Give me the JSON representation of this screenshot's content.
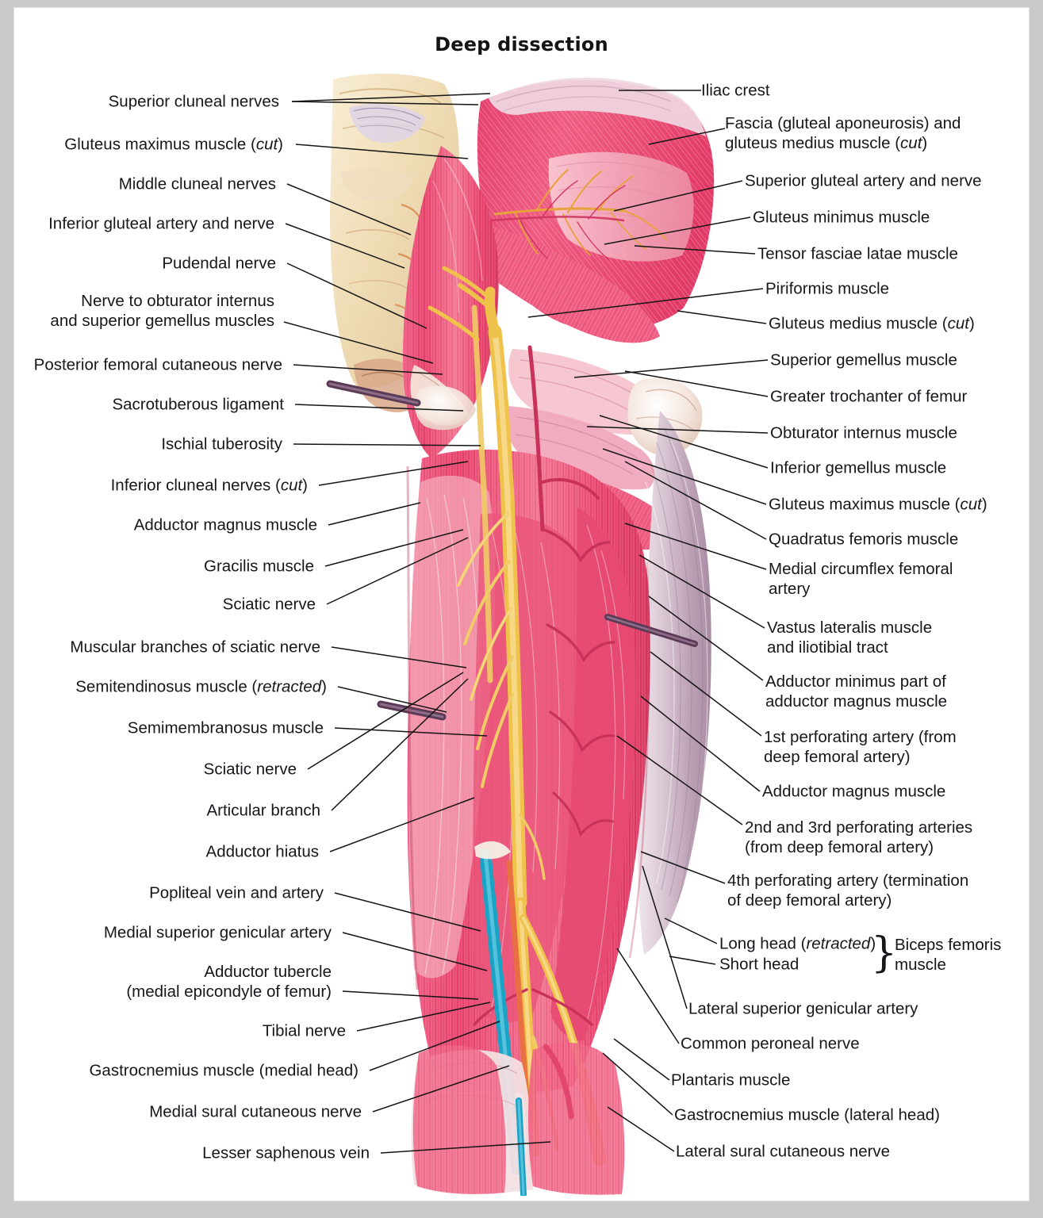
{
  "figure": {
    "title": "Deep dissection",
    "subject": "posterior thigh and gluteal region anatomy",
    "border_color": "#c9c9c9",
    "page_color": "#ffffff",
    "text_color": "#16171b"
  },
  "labels_left": [
    {
      "id": "superior-cluneal-nerves",
      "text": "Superior cluneal nerves",
      "italic": ""
    },
    {
      "id": "gluteus-maximus-muscle-cut-left",
      "text": "Gluteus maximus muscle (",
      "italic": "cut",
      "suffix": ")"
    },
    {
      "id": "middle-cluneal-nerves",
      "text": "Middle cluneal nerves",
      "italic": ""
    },
    {
      "id": "inferior-gluteal-artery-and-nerve",
      "text": "Inferior gluteal artery and nerve",
      "italic": ""
    },
    {
      "id": "pudendal-nerve",
      "text": "Pudendal nerve",
      "italic": ""
    },
    {
      "id": "nerve-to-obturator-internus",
      "text": "Nerve to obturator internus\nand superior gemellus muscles",
      "italic": ""
    },
    {
      "id": "posterior-femoral-cutaneous-nerve",
      "text": "Posterior femoral cutaneous nerve",
      "italic": ""
    },
    {
      "id": "sacrotuberous-ligament",
      "text": "Sacrotuberous ligament",
      "italic": ""
    },
    {
      "id": "ischial-tuberosity",
      "text": "Ischial tuberosity",
      "italic": ""
    },
    {
      "id": "inferior-cluneal-nerves-cut",
      "text": "Inferior cluneal nerves (",
      "italic": "cut",
      "suffix": ")"
    },
    {
      "id": "adductor-magnus-muscle-left",
      "text": "Adductor magnus muscle",
      "italic": ""
    },
    {
      "id": "gracilis-muscle",
      "text": "Gracilis muscle",
      "italic": ""
    },
    {
      "id": "sciatic-nerve-upper",
      "text": "Sciatic nerve",
      "italic": ""
    },
    {
      "id": "muscular-branches-of-sciatic-nerve",
      "text": "Muscular branches of sciatic nerve",
      "italic": ""
    },
    {
      "id": "semitendinosus-muscle-retracted",
      "text": "Semitendinosus muscle (",
      "italic": "retracted",
      "suffix": ")"
    },
    {
      "id": "semimembranosus-muscle",
      "text": "Semimembranosus muscle",
      "italic": ""
    },
    {
      "id": "sciatic-nerve-lower",
      "text": "Sciatic nerve",
      "italic": ""
    },
    {
      "id": "articular-branch",
      "text": "Articular branch",
      "italic": ""
    },
    {
      "id": "adductor-hiatus",
      "text": "Adductor hiatus",
      "italic": ""
    },
    {
      "id": "popliteal-vein-and-artery",
      "text": "Popliteal vein and artery",
      "italic": ""
    },
    {
      "id": "medial-superior-genicular-artery",
      "text": "Medial superior genicular artery",
      "italic": ""
    },
    {
      "id": "adductor-tubercle",
      "text": "Adductor tubercle\n(medial epicondyle of femur)",
      "italic": ""
    },
    {
      "id": "tibial-nerve",
      "text": "Tibial nerve",
      "italic": ""
    },
    {
      "id": "gastrocnemius-muscle-medial-head",
      "text": "Gastrocnemius muscle (medial head)",
      "italic": ""
    },
    {
      "id": "medial-sural-cutaneous-nerve",
      "text": "Medial sural cutaneous nerve",
      "italic": ""
    },
    {
      "id": "lesser-saphenous-vein",
      "text": "Lesser saphenous vein",
      "italic": ""
    }
  ],
  "labels_right": [
    {
      "id": "iliac-crest",
      "text": "Iliac crest",
      "italic": ""
    },
    {
      "id": "fascia-gluteal-aponeurosis",
      "text": "Fascia (gluteal aponeurosis) and\ngluteus medius muscle (",
      "italic": "cut",
      "suffix": ")"
    },
    {
      "id": "superior-gluteal-artery-and-nerve",
      "text": "Superior gluteal artery and nerve",
      "italic": ""
    },
    {
      "id": "gluteus-minimus-muscle",
      "text": "Gluteus minimus muscle",
      "italic": ""
    },
    {
      "id": "tensor-fasciae-latae-muscle",
      "text": "Tensor fasciae latae muscle",
      "italic": ""
    },
    {
      "id": "piriformis-muscle",
      "text": "Piriformis muscle",
      "italic": ""
    },
    {
      "id": "gluteus-medius-muscle-cut",
      "text": "Gluteus medius muscle (",
      "italic": "cut",
      "suffix": ")"
    },
    {
      "id": "superior-gemellus-muscle",
      "text": "Superior gemellus muscle",
      "italic": ""
    },
    {
      "id": "greater-trochanter-of-femur",
      "text": "Greater trochanter of femur",
      "italic": ""
    },
    {
      "id": "obturator-internus-muscle",
      "text": "Obturator internus muscle",
      "italic": ""
    },
    {
      "id": "inferior-gemellus-muscle",
      "text": "Inferior gemellus muscle",
      "italic": ""
    },
    {
      "id": "gluteus-maximus-muscle-cut-right",
      "text": "Gluteus maximus muscle (",
      "italic": "cut",
      "suffix": ")"
    },
    {
      "id": "quadratus-femoris-muscle",
      "text": "Quadratus femoris muscle",
      "italic": ""
    },
    {
      "id": "medial-circumflex-femoral-artery",
      "text": "Medial circumflex femoral\nartery",
      "italic": ""
    },
    {
      "id": "vastus-lateralis-muscle",
      "text": "Vastus lateralis muscle\nand iliotibial tract",
      "italic": ""
    },
    {
      "id": "adductor-minimus-part",
      "text": "Adductor minimus part of\nadductor magnus muscle",
      "italic": ""
    },
    {
      "id": "first-perforating-artery",
      "text": "1st perforating artery (from\ndeep femoral artery)",
      "italic": ""
    },
    {
      "id": "adductor-magnus-muscle-right",
      "text": "Adductor magnus muscle",
      "italic": ""
    },
    {
      "id": "second-third-perforating-arteries",
      "text": "2nd and 3rd perforating arteries\n(from deep femoral artery)",
      "italic": ""
    },
    {
      "id": "fourth-perforating-artery",
      "text": "4th perforating artery (termination\nof deep femoral artery)",
      "italic": ""
    },
    {
      "id": "biceps-long-head",
      "text": "Long head (",
      "italic": "retracted",
      "suffix": ")"
    },
    {
      "id": "biceps-short-head",
      "text": "Short head",
      "italic": ""
    },
    {
      "id": "biceps-femoris-muscle",
      "text": "Biceps femoris\nmuscle",
      "italic": ""
    },
    {
      "id": "lateral-superior-genicular-artery",
      "text": "Lateral superior genicular artery",
      "italic": ""
    },
    {
      "id": "common-peroneal-nerve",
      "text": "Common peroneal nerve",
      "italic": ""
    },
    {
      "id": "plantaris-muscle",
      "text": "Plantaris muscle",
      "italic": ""
    },
    {
      "id": "gastrocnemius-muscle-lateral-head",
      "text": "Gastrocnemius muscle (lateral head)",
      "italic": ""
    },
    {
      "id": "lateral-sural-cutaneous-nerve",
      "text": "Lateral sural cutaneous nerve",
      "italic": ""
    }
  ],
  "brace_glyph": "}",
  "palette": {
    "muscle_deep": "#e8406b",
    "muscle_mid": "#f06a8c",
    "muscle_pale": "#f7b8c6",
    "muscle_light": "#fbd9e0",
    "nerve_yellow": "#f0c040",
    "nerve_yellow_light": "#f7d97a",
    "artery_red": "#c8325a",
    "vein_blue": "#1ba3c6",
    "bone_cream": "#f2dfb8",
    "bone_tan": "#e0bf8a",
    "tendon_white": "#f5f0ee",
    "fascia_violet": "#b9a4bd",
    "iliotibial": "#cbb0bf",
    "cut_purple": "#5a3a55"
  }
}
